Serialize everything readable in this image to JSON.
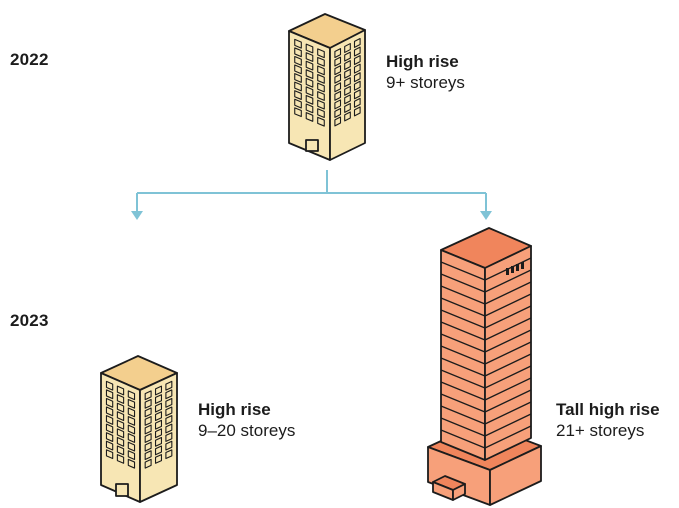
{
  "years": {
    "first": "2022",
    "second": "2023"
  },
  "buildings": [
    {
      "title": "High rise",
      "subtitle": "9+ storeys"
    },
    {
      "title": "High rise",
      "subtitle": "9–20 storeys"
    },
    {
      "title": "Tall high rise",
      "subtitle": "21+ storeys"
    }
  ],
  "colors": {
    "high_rise_fill": "#f7e6b4",
    "high_rise_roof": "#f3cf8e",
    "tall_fill": "#f7a07a",
    "tall_roof": "#f0855c",
    "connector": "#7fc3d6",
    "outline": "#1c1c1c"
  }
}
